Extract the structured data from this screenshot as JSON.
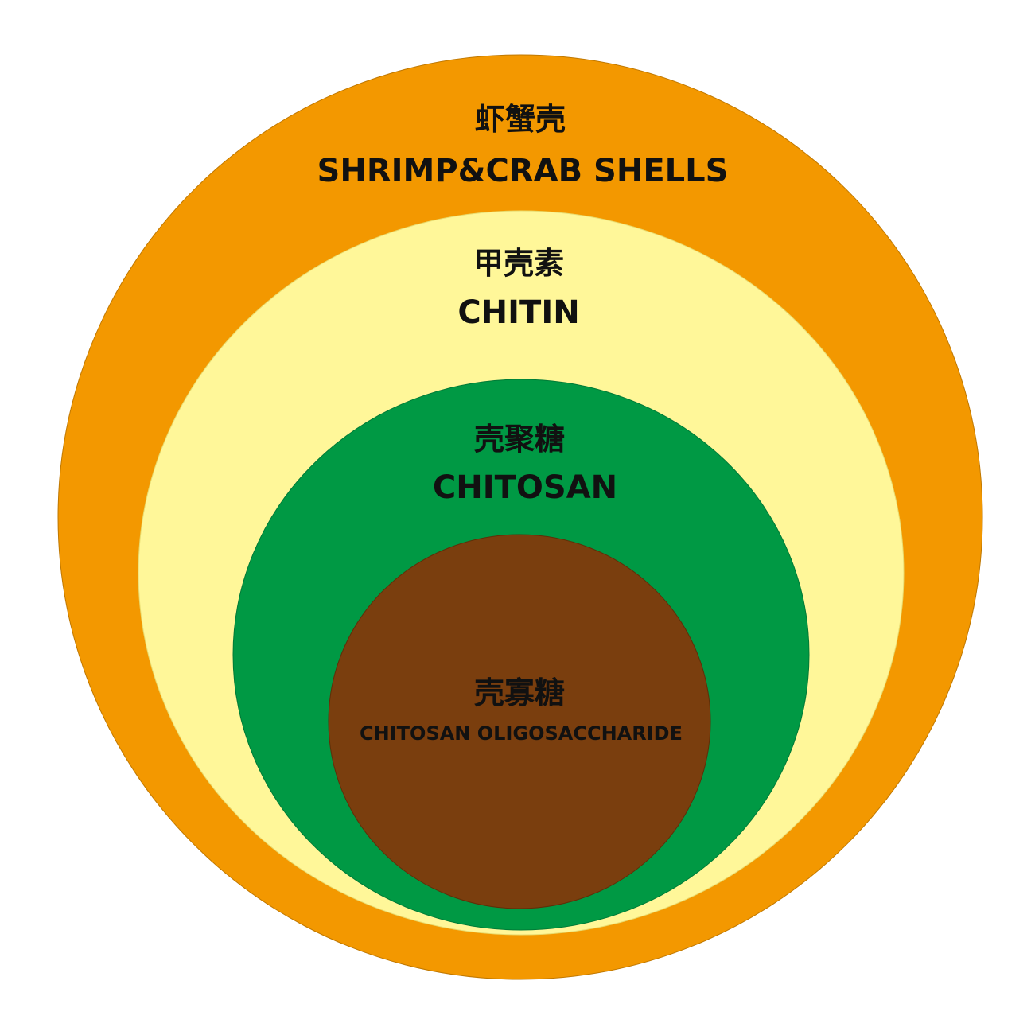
{
  "layers": [
    {
      "id": "shells",
      "label_cn": "虾蟹壳",
      "label_en": "SHRIMP&CRAB SHELLS",
      "color": "#F39800"
    },
    {
      "id": "chitin",
      "label_cn": "甲壳素",
      "label_en": "CHITIN",
      "color": "#FFF799"
    },
    {
      "id": "chitosan",
      "label_cn": "壳聚糖",
      "label_en": "CHITOSAN",
      "color": "#009944"
    },
    {
      "id": "cos",
      "label_cn": "壳寡糖",
      "label_en": "CHITOSAN OLIGOSACCHARIDE",
      "color": "#7A3E0E"
    }
  ]
}
